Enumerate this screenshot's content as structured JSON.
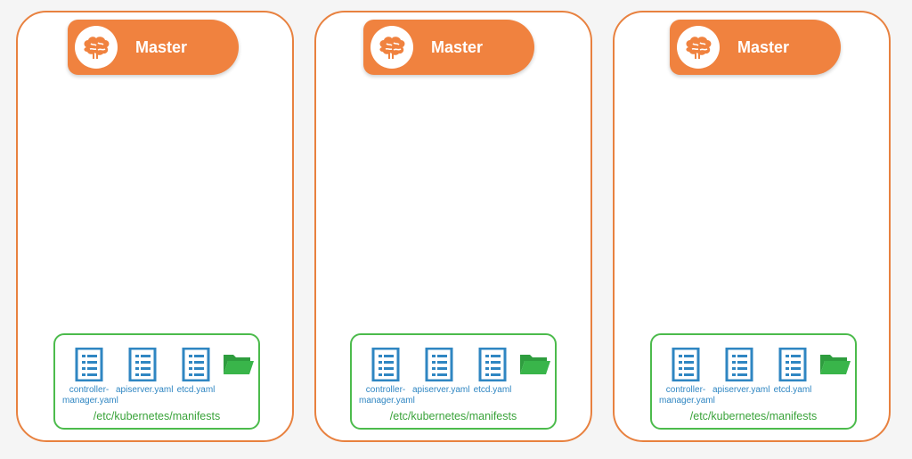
{
  "colors": {
    "node_border": "#e8813f",
    "master_pill": "#f0823f",
    "manifest_border": "#4cbb4c",
    "file_icon": "#2f86c2",
    "folder": "#39b54a"
  },
  "nodes": [
    {
      "master_label": "Master",
      "files": [
        {
          "name": "controller-\nmanager.yaml",
          "icon": "document-icon"
        },
        {
          "name": "apiserver.yaml",
          "icon": "document-icon"
        },
        {
          "name": "etcd.yaml",
          "icon": "document-icon"
        }
      ],
      "folder_icon": "folder-open-icon",
      "path": "/etc/kubernetes/manifests"
    },
    {
      "master_label": "Master",
      "files": [
        {
          "name": "controller-\nmanager.yaml",
          "icon": "document-icon"
        },
        {
          "name": "apiserver.yaml",
          "icon": "document-icon"
        },
        {
          "name": "etcd.yaml",
          "icon": "document-icon"
        }
      ],
      "folder_icon": "folder-open-icon",
      "path": "/etc/kubernetes/manifests"
    },
    {
      "master_label": "Master",
      "files": [
        {
          "name": "controller-\nmanager.yaml",
          "icon": "document-icon"
        },
        {
          "name": "apiserver.yaml",
          "icon": "document-icon"
        },
        {
          "name": "etcd.yaml",
          "icon": "document-icon"
        }
      ],
      "folder_icon": "folder-open-icon",
      "path": "/etc/kubernetes/manifests"
    }
  ]
}
